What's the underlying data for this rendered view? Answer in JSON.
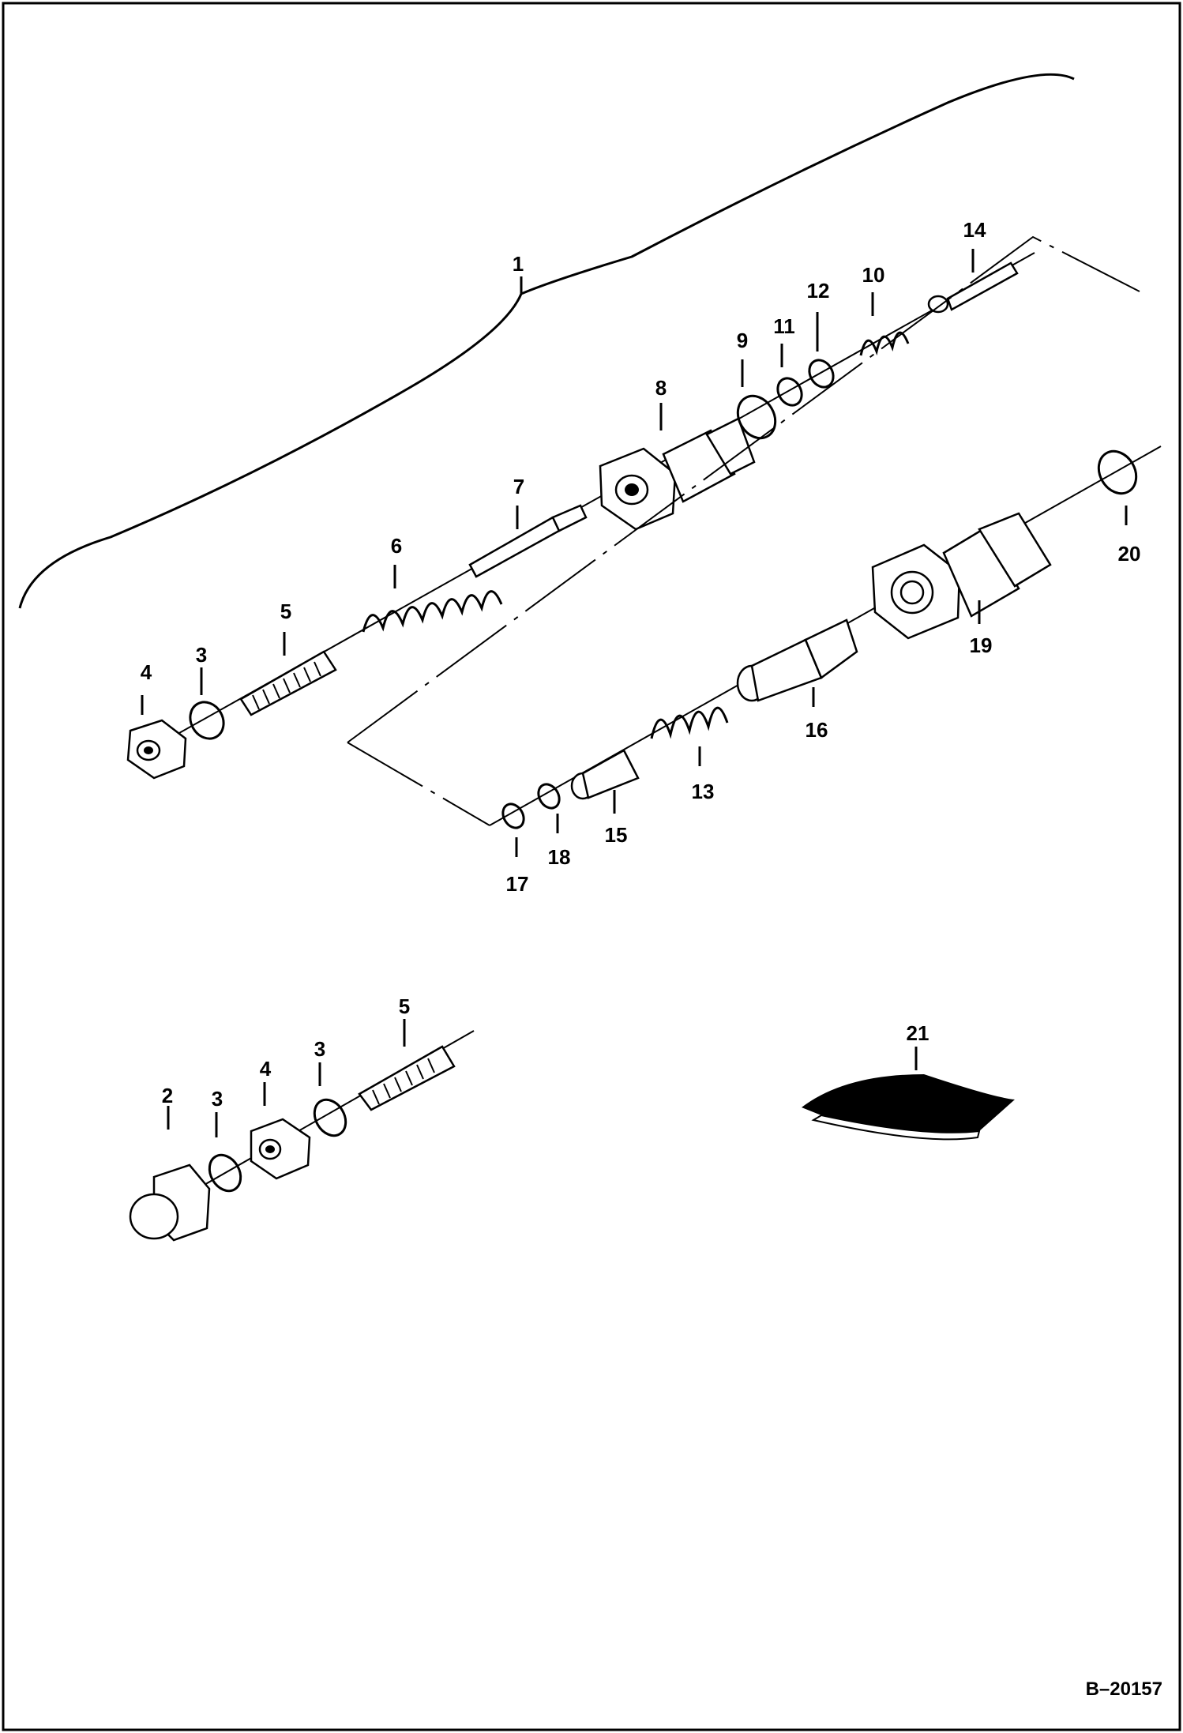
{
  "figure": {
    "reference_code": "B–20157"
  },
  "callouts": [
    {
      "id": "c1",
      "label": "1"
    },
    {
      "id": "c2",
      "label": "2"
    },
    {
      "id": "c3a",
      "label": "3"
    },
    {
      "id": "c3b",
      "label": "3"
    },
    {
      "id": "c3c",
      "label": "3"
    },
    {
      "id": "c4a",
      "label": "4"
    },
    {
      "id": "c4b",
      "label": "4"
    },
    {
      "id": "c5a",
      "label": "5"
    },
    {
      "id": "c5b",
      "label": "5"
    },
    {
      "id": "c6",
      "label": "6"
    },
    {
      "id": "c7",
      "label": "7"
    },
    {
      "id": "c8",
      "label": "8"
    },
    {
      "id": "c9",
      "label": "9"
    },
    {
      "id": "c10",
      "label": "10"
    },
    {
      "id": "c11",
      "label": "11"
    },
    {
      "id": "c12",
      "label": "12"
    },
    {
      "id": "c13",
      "label": "13"
    },
    {
      "id": "c14",
      "label": "14"
    },
    {
      "id": "c15",
      "label": "15"
    },
    {
      "id": "c16",
      "label": "16"
    },
    {
      "id": "c17",
      "label": "17"
    },
    {
      "id": "c18",
      "label": "18"
    },
    {
      "id": "c19",
      "label": "19"
    },
    {
      "id": "c20",
      "label": "20"
    },
    {
      "id": "c21",
      "label": "21"
    }
  ]
}
